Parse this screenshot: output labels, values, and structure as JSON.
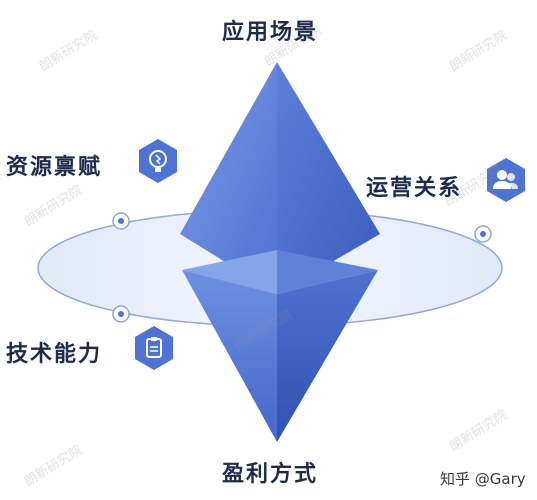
{
  "labels": {
    "top": "应用场景",
    "left_upper": "资源禀赋",
    "right_upper": "运营关系",
    "left_lower": "技术能力",
    "bottom": "盈利方式"
  },
  "credit": "知乎 @Gary",
  "watermark": "朗新研究院",
  "icons": {
    "left_upper": "lightbulb-icon",
    "right_upper": "users-icon",
    "left_lower": "document-icon"
  },
  "colors": {
    "crystal_light": "#6b8ee0",
    "crystal_mid": "#4a6fcf",
    "crystal_dark": "#3557b4",
    "orbit_fill": "#e6edfa",
    "orbit_stroke": "#8aa5dc",
    "hexagon": "#4f73d2",
    "label_text": "#1f2b4d"
  }
}
